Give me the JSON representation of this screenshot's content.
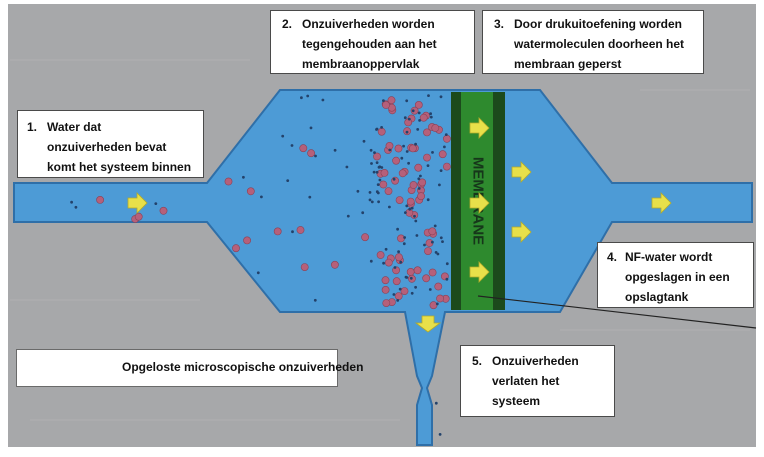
{
  "colors": {
    "background": "#a7a8aa",
    "water": "#4d9bd6",
    "water_edge": "#2f6fa8",
    "membrane_green": "#2e8a2e",
    "membrane_dark": "#1c4a1c",
    "arrow_yellow": "#e8e04a",
    "particle_red": "#b5607a",
    "particle_blue": "#23426b"
  },
  "membrane_label": "MEMBRANE",
  "callouts": [
    {
      "num": "1.",
      "text": "Water dat\nonzuiverheden bevat\nkomt het systeem binnen"
    },
    {
      "num": "2.",
      "text": "Onzuiverheden worden\ntegengehouden aan het\nmembraanoppervlak"
    },
    {
      "num": "3.",
      "text": "Door drukuitoefening  worden\nwatermoleculen doorheen het\nmembraan geperst"
    },
    {
      "num": "4.",
      "text": "NF-water wordt\nopgeslagen in een\nopslagtank"
    },
    {
      "num": "5.",
      "text": "Onzuiverheden\nverlaten het\nsysteem"
    }
  ],
  "legend": {
    "label": "Opgeloste microscopische onzuiverheden"
  }
}
